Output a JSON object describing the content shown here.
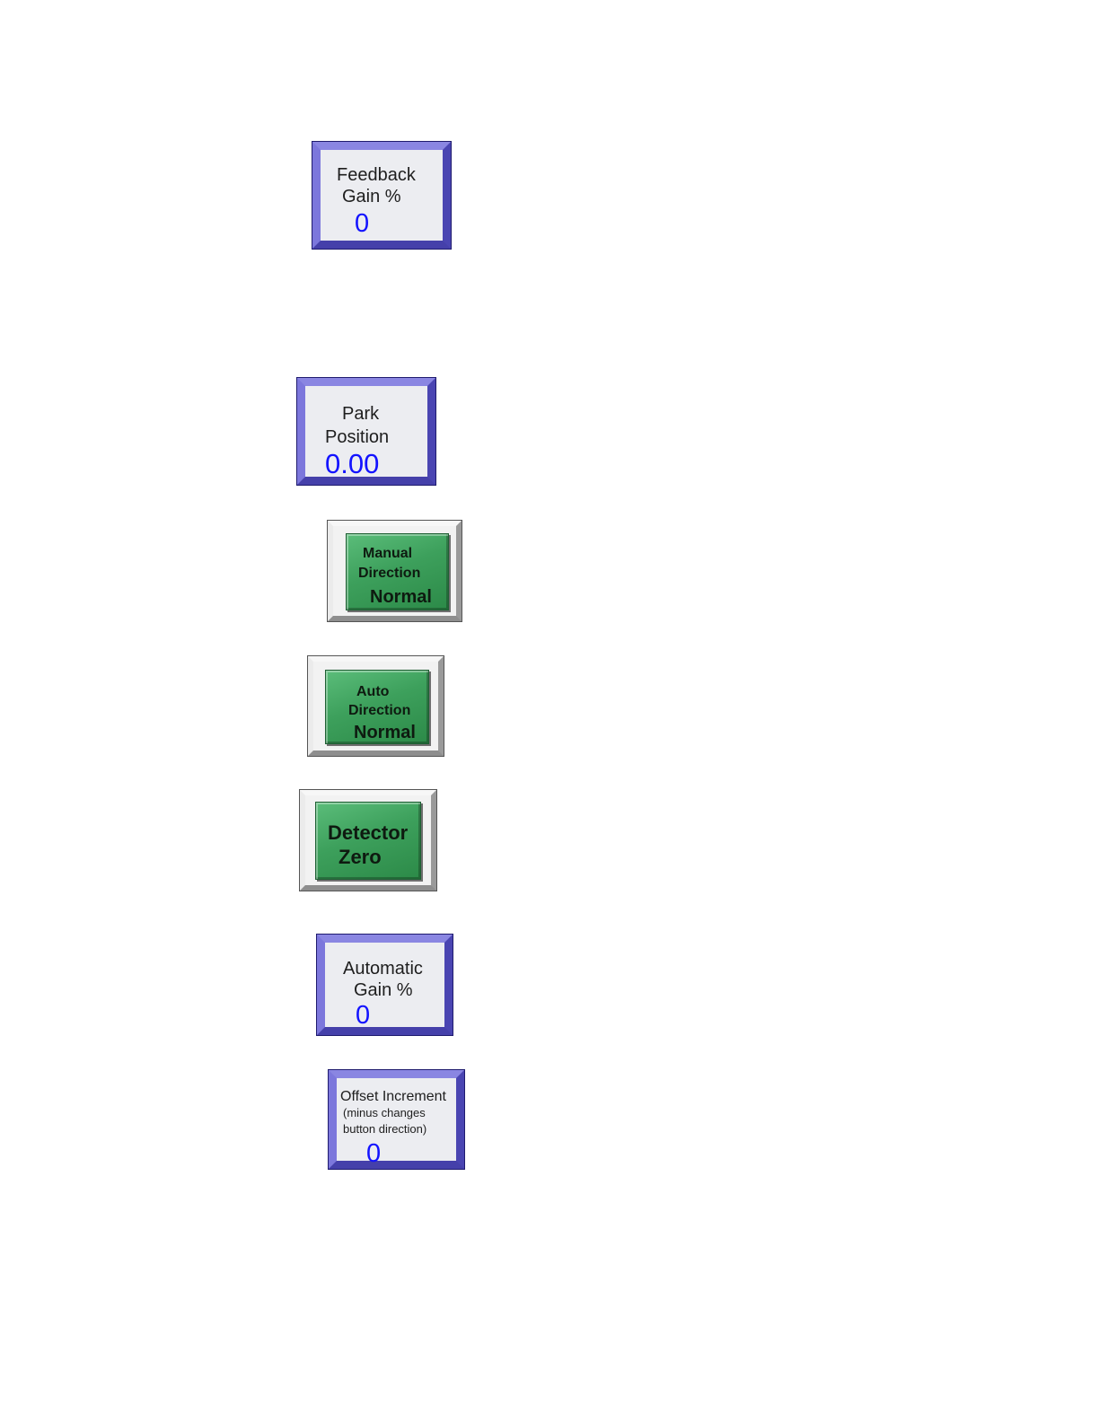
{
  "feedback_gain": {
    "label_line1": "Feedback",
    "label_line2": "Gain %",
    "value": "0"
  },
  "park_position": {
    "label_line1": "Park",
    "label_line2": "Position",
    "value": "0.00"
  },
  "manual_direction": {
    "label_line1": "Manual",
    "label_line2": "Direction",
    "state": "Normal"
  },
  "auto_direction": {
    "label_line1": "Auto",
    "label_line2": "Direction",
    "state": "Normal"
  },
  "detector_zero": {
    "label_line1": "Detector",
    "label_line2": "Zero"
  },
  "automatic_gain": {
    "label_line1": "Automatic",
    "label_line2": "Gain %",
    "value": "0"
  },
  "offset_increment": {
    "label_line1": "Offset Increment",
    "note_line1": "(minus changes",
    "note_line2": "button direction)",
    "value": "0"
  },
  "colors": {
    "tile_frame": "#6b66d3",
    "tile_face": "#ecedf1",
    "value_text": "#1313ff",
    "button_green": "#3da05c"
  }
}
